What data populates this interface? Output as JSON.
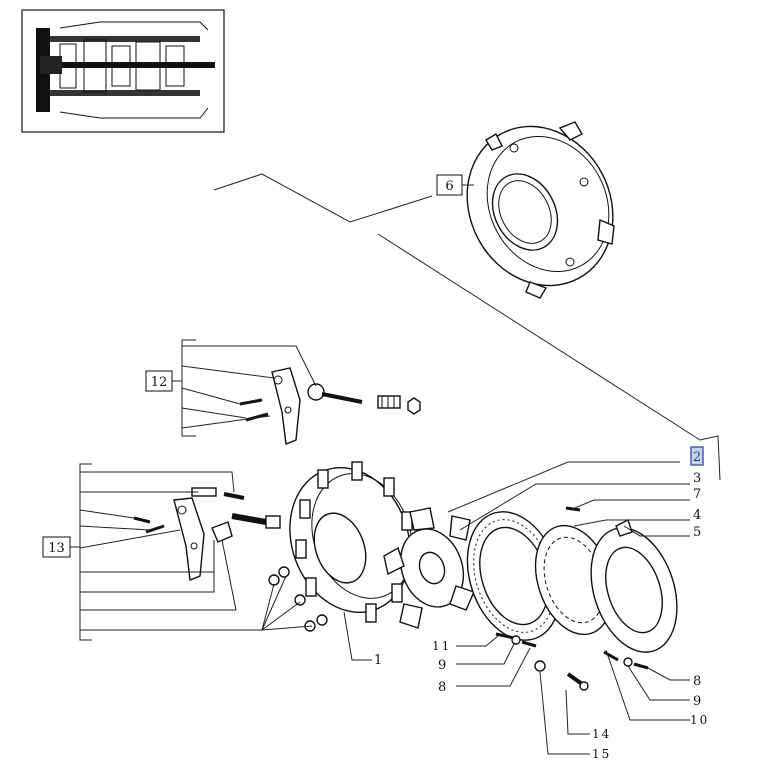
{
  "diagram": {
    "callouts": {
      "c1": "1",
      "c2": "2",
      "c3": "3",
      "c4": "4",
      "c5": "5",
      "c6": "6",
      "c7": "7",
      "c8a": "8",
      "c8b": "8",
      "c9a": "9",
      "c9b": "9",
      "c10": "10",
      "c11": "11",
      "c12": "12",
      "c13": "13",
      "c14": "14",
      "c15": "15"
    },
    "colors": {
      "ink": "#111111",
      "highlight_box": "#4a5fa8",
      "highlight_fill": "#c9d3ee"
    }
  }
}
